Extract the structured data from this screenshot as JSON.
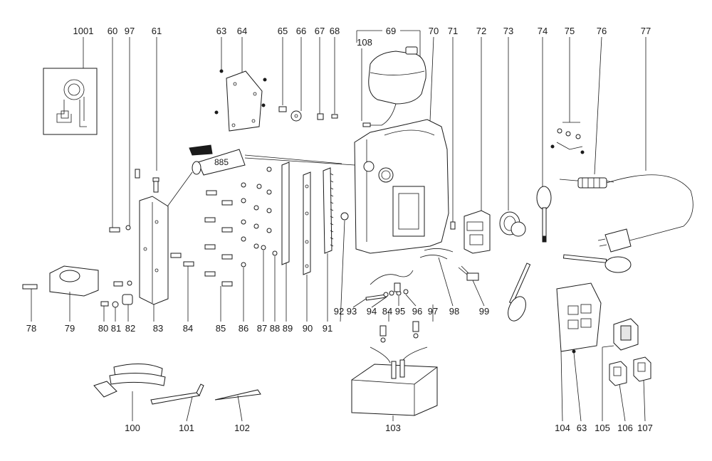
{
  "parts": {
    "p1001": "1001",
    "p60": "60",
    "p97a": "97",
    "p61": "61",
    "p63a": "63",
    "p64": "64",
    "p65": "65",
    "p66": "66",
    "p67": "67",
    "p68": "68",
    "p69": "69",
    "p70": "70",
    "p71": "71",
    "p72": "72",
    "p73": "73",
    "p74": "74",
    "p75": "75",
    "p76": "76",
    "p77": "77",
    "p108": "108",
    "p78": "78",
    "p79": "79",
    "p80": "80",
    "p81": "81",
    "p82": "82",
    "p83": "83",
    "p84a": "84",
    "p85": "85",
    "p86": "86",
    "p87": "87",
    "p88": "88",
    "p89": "89",
    "p90": "90",
    "p91": "91",
    "p92": "92",
    "p93": "93",
    "p94": "94",
    "p84b": "84",
    "p95": "95",
    "p96": "96",
    "p97b": "97",
    "p98": "98",
    "p99": "99",
    "p100": "100",
    "p101": "101",
    "p102": "102",
    "p103": "103",
    "p104": "104",
    "p63b": "63",
    "p105": "105",
    "p106": "106",
    "p107": "107"
  },
  "tube_label": "885"
}
